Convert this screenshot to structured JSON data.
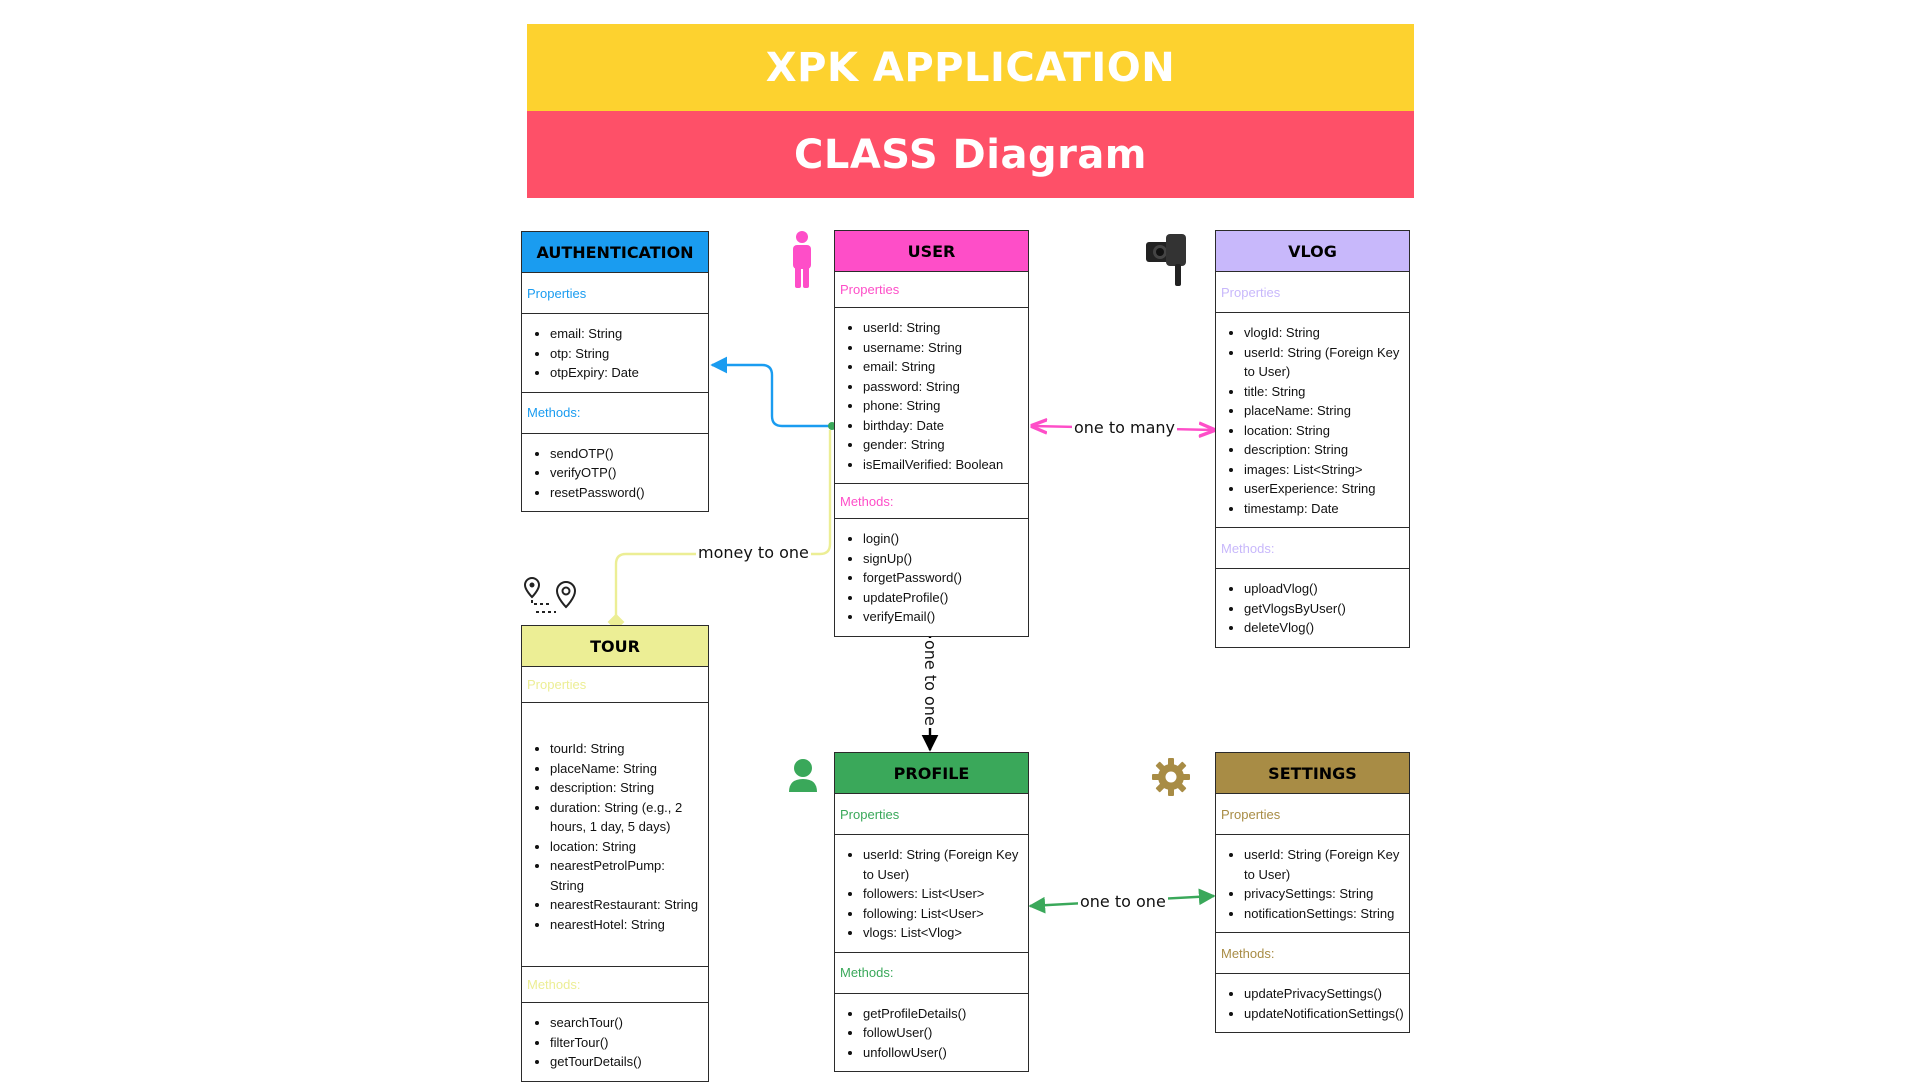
{
  "banner": {
    "app_title": "XPK APPLICATION",
    "subtitle": "CLASS Diagram"
  },
  "colors": {
    "banner_yellow": "#fdd22f",
    "banner_pink": "#fe5068",
    "authentication": "#1a9cf0",
    "user": "#fe4ec8",
    "vlog": "#c8b8fb",
    "tour": "#ecee95",
    "profile": "#3aa85a",
    "settings": "#a88c45"
  },
  "classes": {
    "authentication": {
      "name": "AUTHENTICATION",
      "properties_label": "Properties",
      "properties": [
        "email: String",
        "otp: String",
        "otpExpiry: Date"
      ],
      "methods_label": "Methods:",
      "methods": [
        "sendOTP()",
        "verifyOTP()",
        "resetPassword()"
      ]
    },
    "user": {
      "name": "USER",
      "properties_label": "Properties",
      "properties": [
        "userId: String",
        "username: String",
        "email: String",
        "password: String",
        "phone: String",
        "birthday: Date",
        "gender: String",
        "isEmailVerified: Boolean"
      ],
      "methods_label": "Methods:",
      "methods": [
        "login()",
        "signUp()",
        "forgetPassword()",
        "updateProfile()",
        "verifyEmail()"
      ]
    },
    "vlog": {
      "name": "VLOG",
      "properties_label": "Properties",
      "properties": [
        "vlogId: String",
        "userId: String (Foreign Key to User)",
        "title: String",
        "placeName: String",
        "location: String",
        "description: String",
        "images: List<String>",
        "userExperience: String",
        "timestamp: Date"
      ],
      "methods_label": "Methods:",
      "methods": [
        "uploadVlog()",
        "getVlogsByUser()",
        "deleteVlog()"
      ]
    },
    "tour": {
      "name": "TOUR",
      "properties_label": "Properties",
      "properties": [
        "tourId: String",
        "placeName: String",
        "description: String",
        "duration: String (e.g., 2 hours, 1 day, 5 days)",
        "location: String",
        "nearestPetrolPump: String",
        "nearestRestaurant: String",
        "nearestHotel: String"
      ],
      "methods_label": "Methods:",
      "methods": [
        "searchTour()",
        "filterTour()",
        "getTourDetails()"
      ]
    },
    "profile": {
      "name": "PROFILE",
      "properties_label": "Properties",
      "properties": [
        "userId: String (Foreign Key to User)",
        "followers: List<User>",
        "following: List<User>",
        "vlogs: List<Vlog>"
      ],
      "methods_label": "Methods:",
      "methods": [
        "getProfileDetails()",
        "followUser()",
        "unfollowUser()"
      ]
    },
    "settings": {
      "name": "SETTINGS",
      "properties_label": "Properties",
      "properties": [
        "userId: String (Foreign Key to User)",
        "privacySettings: String",
        "notificationSettings: String"
      ],
      "methods_label": "Methods:",
      "methods": [
        "updatePrivacySettings()",
        "updateNotificationSettings()"
      ]
    }
  },
  "relations": {
    "user_vlog": "one to many",
    "user_tour": "money to one",
    "user_profile": "one to one",
    "profile_settings": "one to one"
  },
  "icons": [
    "person-icon",
    "camera-icon",
    "map-route-icon",
    "user-avatar-icon",
    "gear-icon"
  ]
}
